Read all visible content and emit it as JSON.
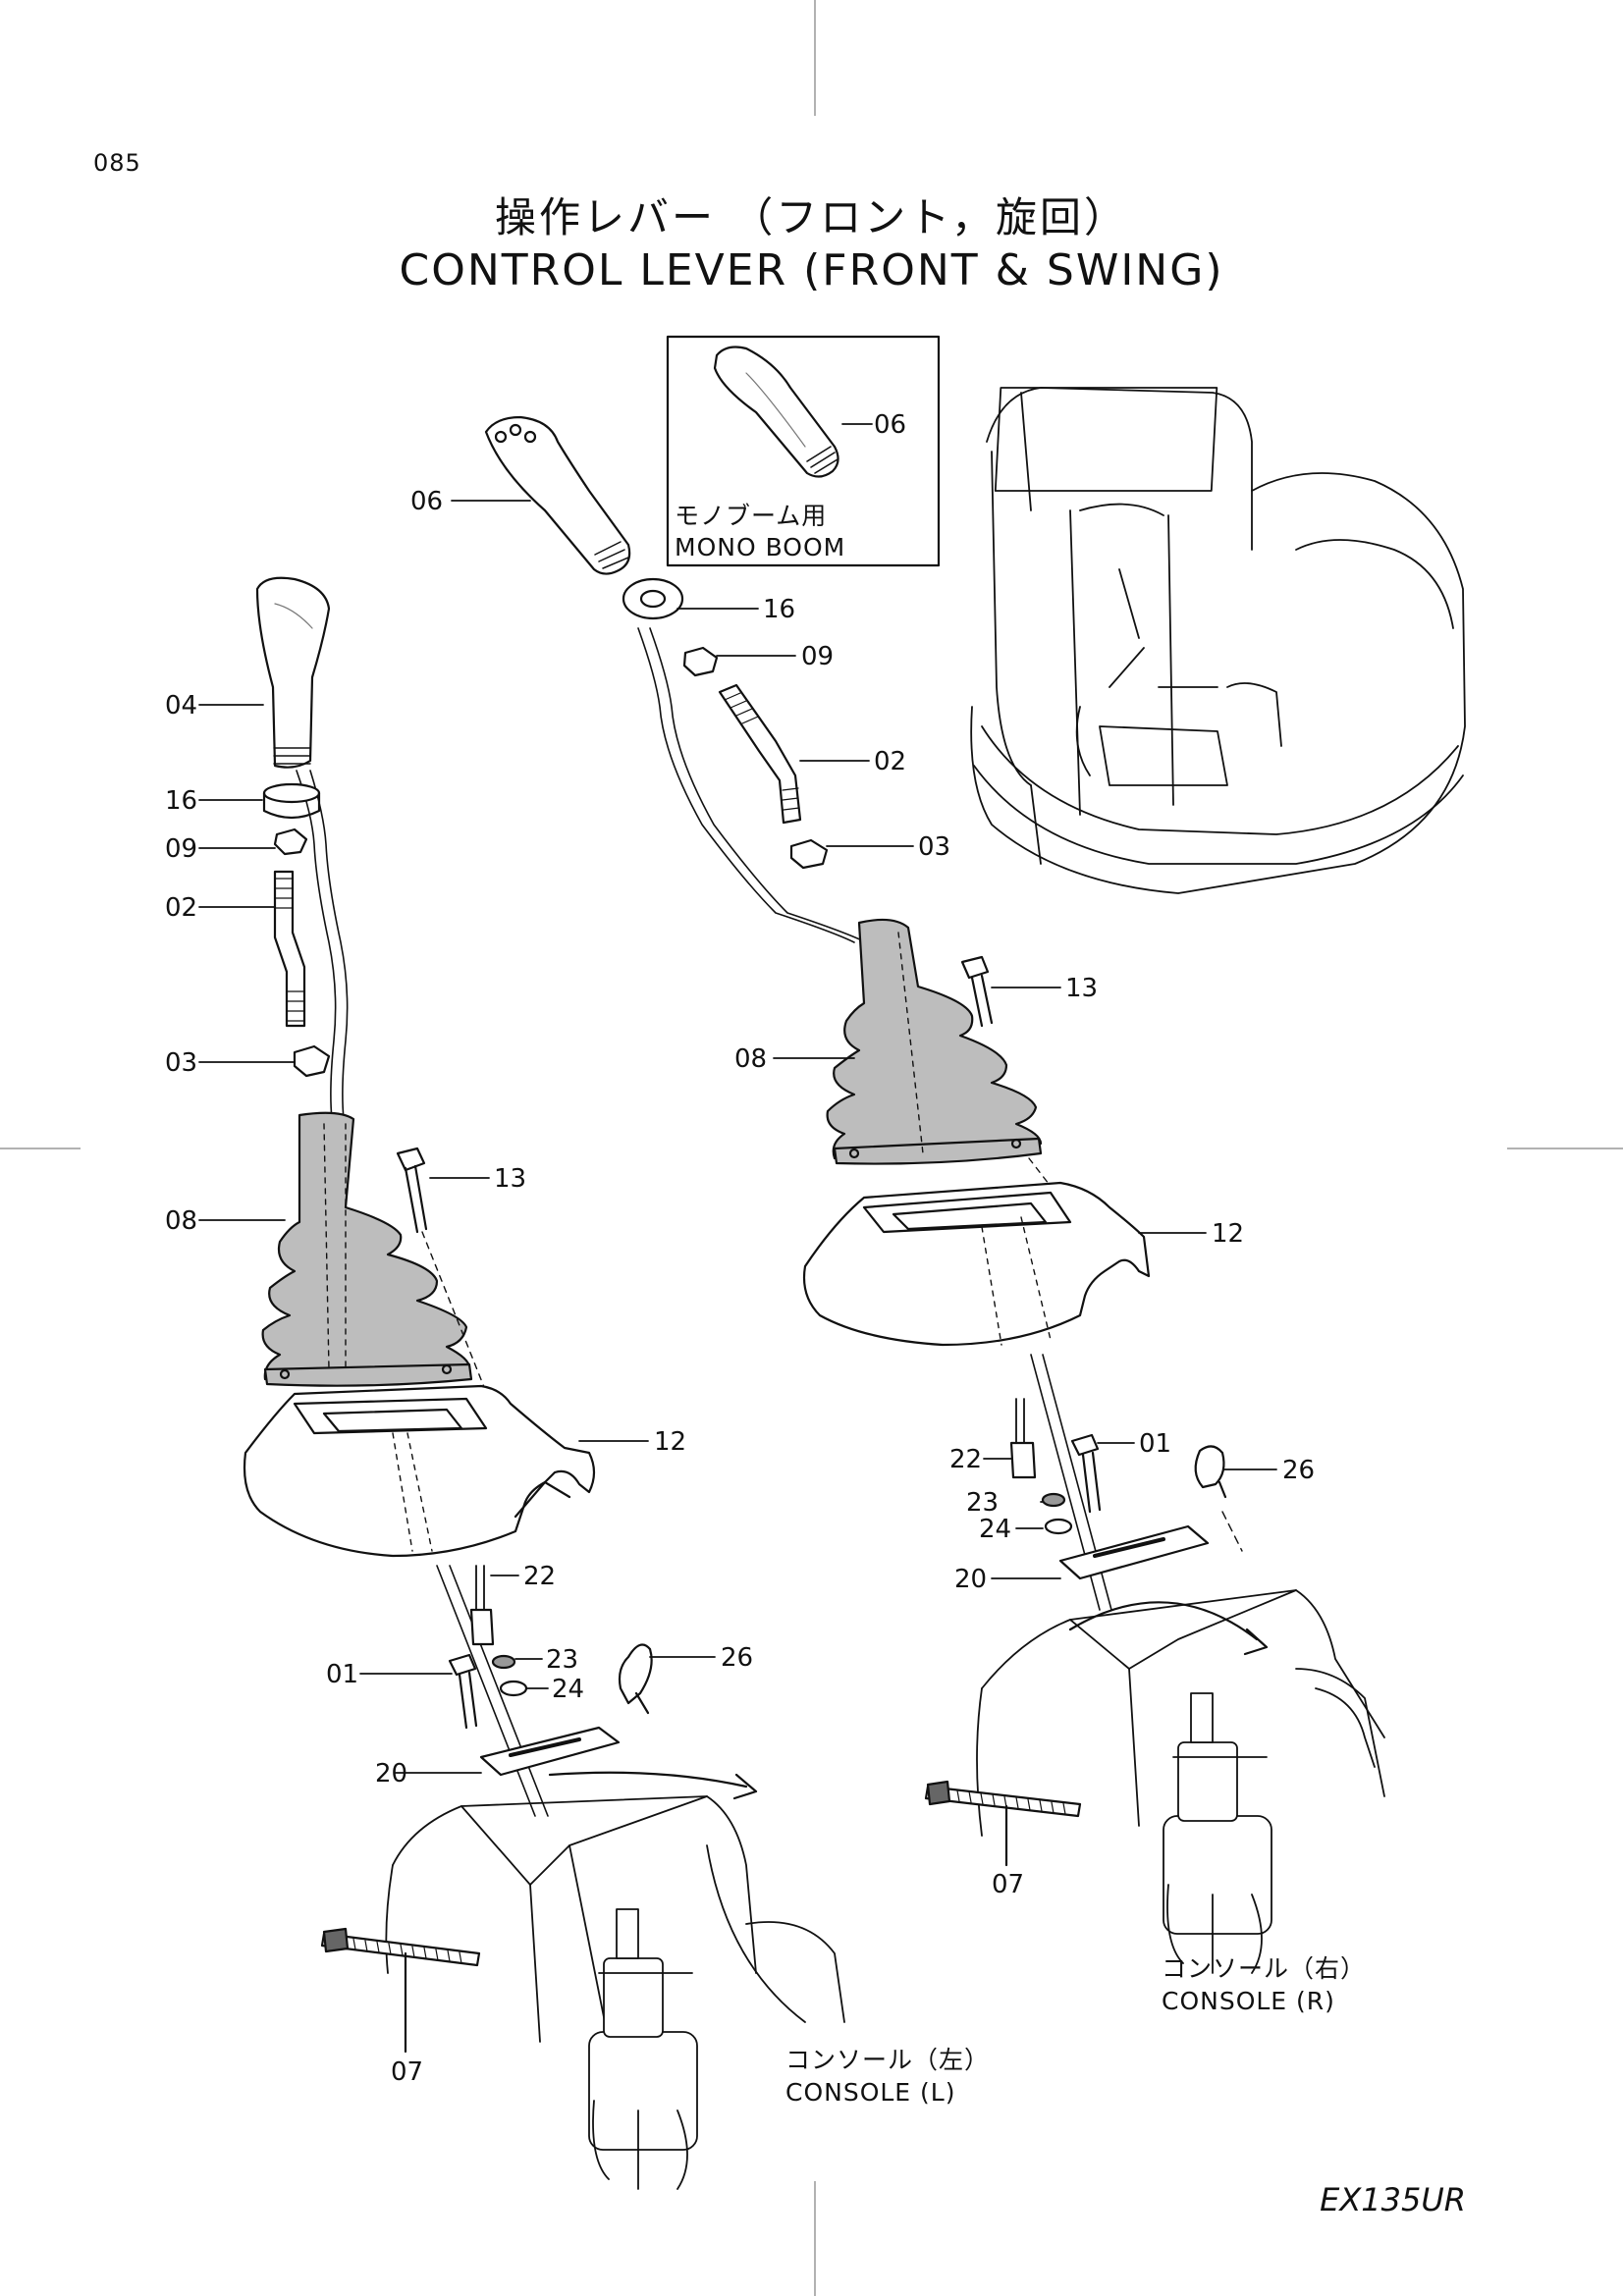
{
  "page": {
    "number": "085",
    "model": "EX135UR"
  },
  "title": {
    "ja": "操作レバー （フロント，旋回）",
    "en": "CONTROL  LEVER  (FRONT & SWING)"
  },
  "inset": {
    "label_ja": "モノブーム用",
    "label_en": "MONO BOOM",
    "part": "06"
  },
  "console_left": {
    "label_ja": "コンソール（左）",
    "label_en": "CONSOLE  (L)"
  },
  "console_right": {
    "label_ja": "コンソール（右）",
    "label_en": "CONSOLE  (R)"
  },
  "left_parts": {
    "p04": "04",
    "p16": "16",
    "p09": "09",
    "p02": "02",
    "p03": "03",
    "p13": "13",
    "p08": "08",
    "p12": "12",
    "p22": "22",
    "p01": "01",
    "p23": "23",
    "p24": "24",
    "p26": "26",
    "p20": "20",
    "p07": "07"
  },
  "right_parts": {
    "p06": "06",
    "p16": "16",
    "p09": "09",
    "p02": "02",
    "p03": "03",
    "p13": "13",
    "p08": "08",
    "p12": "12",
    "p22": "22",
    "p01": "01",
    "p26": "26",
    "p23": "23",
    "p24": "24",
    "p20": "20",
    "p07": "07"
  }
}
